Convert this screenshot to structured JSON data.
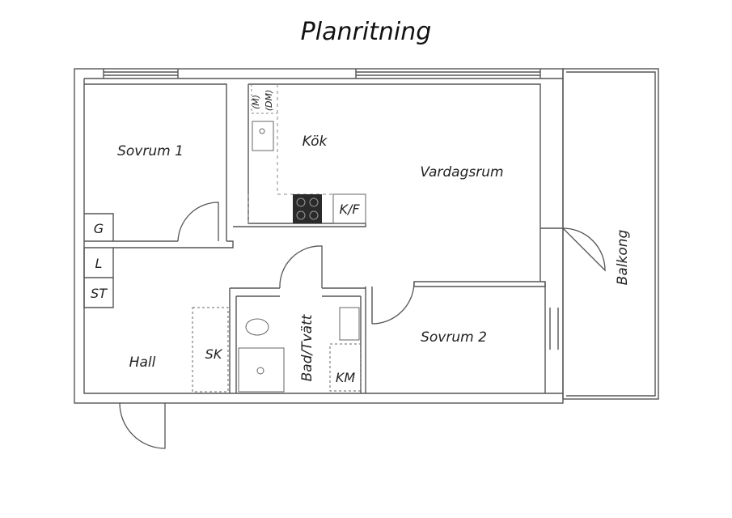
{
  "title": "Planritning",
  "rooms": {
    "sovrum1": "Sovrum 1",
    "kok": "Kök",
    "vardagsrum": "Vardagsrum",
    "balkong": "Balkong",
    "sovrum2": "Sovrum 2",
    "bad": "Bad/Tvätt",
    "hall": "Hall"
  },
  "fixtures": {
    "g": "G",
    "l": "L",
    "st": "ST",
    "sk": "SK",
    "km": "KM",
    "kf": "K/F",
    "m": "(M)",
    "dm": "(DM)"
  },
  "colors": {
    "wall": "#555555",
    "line": "#444444",
    "stove": "#2a2a2a"
  }
}
